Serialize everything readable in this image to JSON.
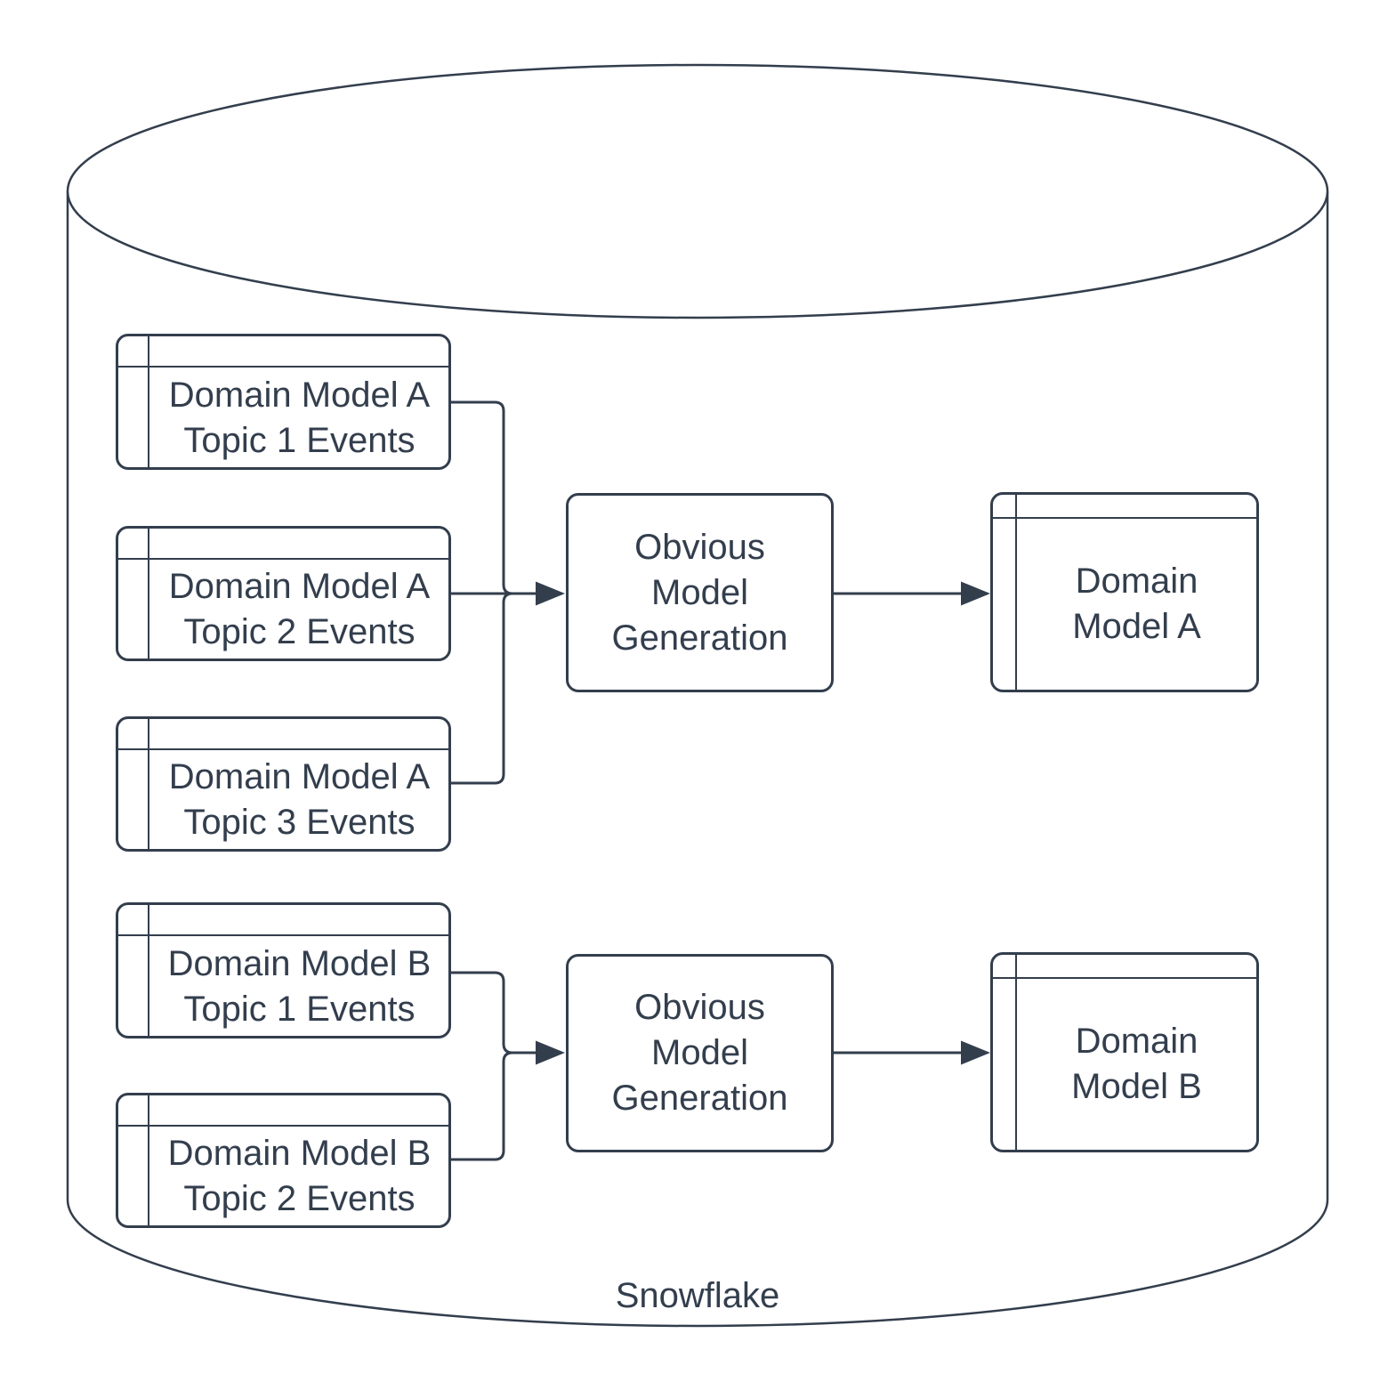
{
  "diagram": {
    "type": "flow-diagram",
    "container": {
      "shape": "cylinder",
      "label": "Snowflake"
    },
    "colors": {
      "stroke": "#333E4D",
      "background": "#FFFFFF",
      "shape_fill": "#FFFFFF"
    },
    "groups": [
      {
        "name": "domain-model-a",
        "sources": [
          {
            "label": "Domain Model A\nTopic 1 Events"
          },
          {
            "label": "Domain Model A\nTopic 2 Events"
          },
          {
            "label": "Domain Model A\nTopic 3 Events"
          }
        ],
        "process": {
          "label": "Obvious\nModel\nGeneration"
        },
        "output": {
          "label": "Domain\nModel A"
        }
      },
      {
        "name": "domain-model-b",
        "sources": [
          {
            "label": "Domain Model B\nTopic 1 Events"
          },
          {
            "label": "Domain Model B\nTopic 2 Events"
          }
        ],
        "process": {
          "label": "Obvious\nModel\nGeneration"
        },
        "output": {
          "label": "Domain\nModel B"
        }
      }
    ]
  }
}
